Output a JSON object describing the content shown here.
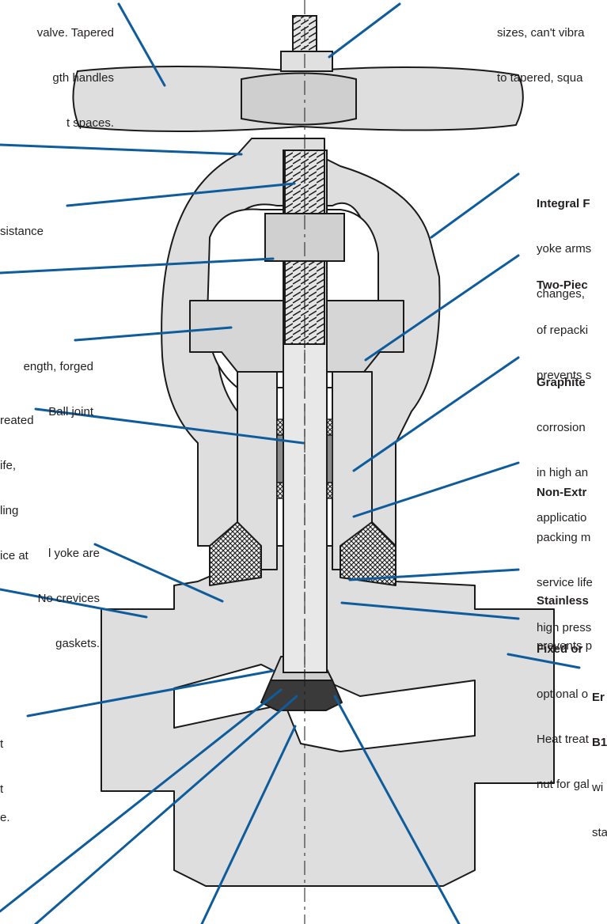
{
  "colors": {
    "leader": "#0e5c9c",
    "body_fill": "#dedede",
    "body_stroke": "#1a1a1a",
    "packing_fill": "#8a8a8a",
    "text": "#231f20"
  },
  "callouts": {
    "handwheel": {
      "lines": [
        "valve. Tapered",
        "gth handles",
        "t spaces."
      ]
    },
    "stem_nut": {
      "lines": [
        "sizes, can't vibra",
        "to tapered, squa"
      ]
    },
    "stem_threads": {
      "lines": [
        "sistance"
      ]
    },
    "gland_flange": {
      "lines": [
        "ength, forged",
        "Ball joint"
      ]
    },
    "stem": {
      "lines": [
        "reated",
        "ife,",
        "ling",
        "ice at"
      ]
    },
    "body_bonnet": {
      "lines": [
        "l yoke are",
        "No crevices",
        "gaskets."
      ]
    },
    "disc": {
      "lines": [
        "t",
        "t"
      ]
    },
    "seat": {
      "lines": [
        "e."
      ]
    },
    "integral_yoke": {
      "title": "Integral F",
      "lines": [
        "yoke arms",
        "changes,"
      ]
    },
    "two_piece_gland": {
      "title": "Two-Piec",
      "lines": [
        "of repacki",
        "prevents s"
      ]
    },
    "graphite_packing": {
      "title": "Graphite",
      "lines": [
        "corrosion",
        "in high an",
        "applicatio"
      ]
    },
    "anti_extrusion": {
      "title": "Non-Extr",
      "lines": [
        "packing m",
        "service life",
        "high press"
      ]
    },
    "stainless_bushing": {
      "title": "Stainless",
      "lines": [
        "prevents p"
      ]
    },
    "fixed_backseat": {
      "title": "Fixed or",
      "lines": [
        "optional o",
        "Heat treat",
        "nut for gal"
      ]
    },
    "end_connection": {
      "title_lines": [
        "Er",
        "B1"
      ],
      "lines": [
        "wi",
        "sta"
      ]
    }
  }
}
